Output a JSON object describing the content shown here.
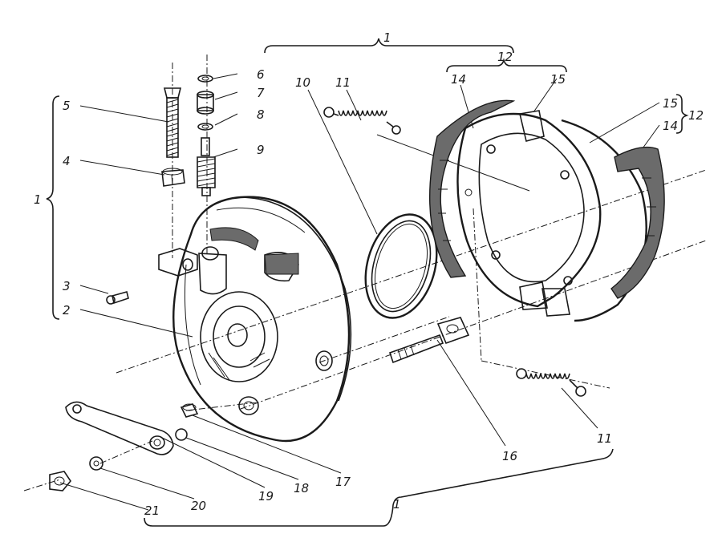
{
  "labels": {
    "l1_top": "1",
    "l1_left": "1",
    "l1_bottom": "1",
    "l2": "2",
    "l3": "3",
    "l4": "4",
    "l5": "5",
    "l6": "6",
    "l7": "7",
    "l8": "8",
    "l9": "9",
    "l10": "10",
    "l11_top": "11",
    "l11_bottom": "11",
    "l12_top": "12",
    "l12_right": "12",
    "l14_left": "14",
    "l14_right": "14",
    "l15_top": "15",
    "l15_right": "15",
    "l16": "16",
    "l17": "17",
    "l18": "18",
    "l19": "19",
    "l20": "20",
    "l21": "21"
  },
  "colors": {
    "ink": "#1a1a1a",
    "lining": "#6b6b6b",
    "paper": "#ffffff"
  }
}
